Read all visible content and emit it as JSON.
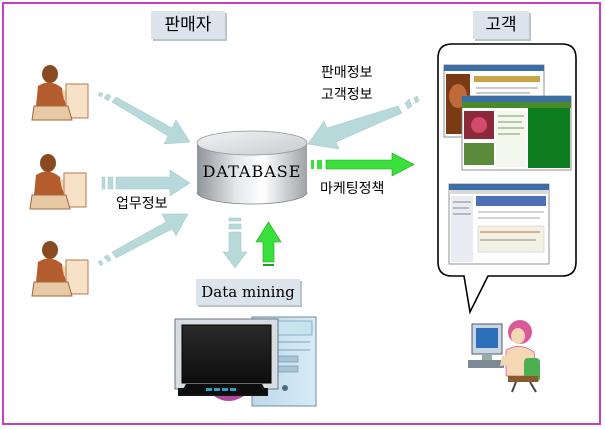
{
  "labels": {
    "seller": "판매자",
    "customer": "고객",
    "sales_info_line1": "판매정보",
    "sales_info_line2": "고객정보",
    "database": "DATABASE",
    "marketing_policy": "마케팅정책",
    "business_info": "업무정보",
    "data_mining": "Data mining"
  },
  "icons": {
    "seller": "person-at-desk-icon",
    "customer": "person-at-computer-icon",
    "database": "database-cylinder-icon",
    "computer": "desktop-computer-icon",
    "website": "website-screenshot-icon"
  },
  "colors": {
    "frame": "#c23fc2",
    "arrow_light": "#b7d9d9",
    "arrow_green": "#39e03c",
    "arrow_green_dark": "#1aa21c",
    "title_bg": "#dbe3ec"
  }
}
